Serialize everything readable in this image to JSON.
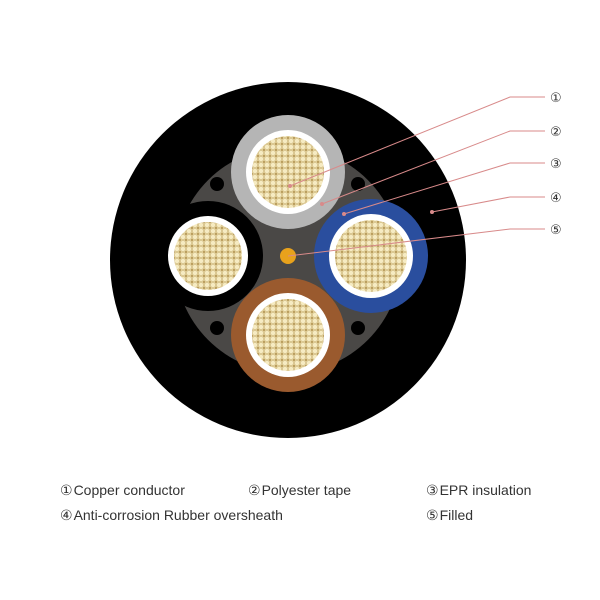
{
  "callouts": [
    {
      "num": "①"
    },
    {
      "num": "②"
    },
    {
      "num": "③"
    },
    {
      "num": "④"
    },
    {
      "num": "⑤"
    }
  ],
  "legend": [
    {
      "num": "①",
      "label": "Copper conductor"
    },
    {
      "num": "②",
      "label": "Polyester tape"
    },
    {
      "num": "③",
      "label": "EPR insulation"
    },
    {
      "num": "④",
      "label": "Anti-corrosion Rubber oversheath"
    },
    {
      "num": "⑤",
      "label": "Filled"
    }
  ],
  "colors": {
    "sheath": "#000000",
    "filler": "#4a4846",
    "insulation_grey": "#b5b5b5",
    "insulation_blue": "#2a4e9e",
    "insulation_brown": "#9a5a2e",
    "insulation_black": "#000000",
    "conductor": "#f3e3ac",
    "tape": "#ffffff",
    "center_fill": "#e8a21c",
    "callout_line": "#d88a8a"
  }
}
